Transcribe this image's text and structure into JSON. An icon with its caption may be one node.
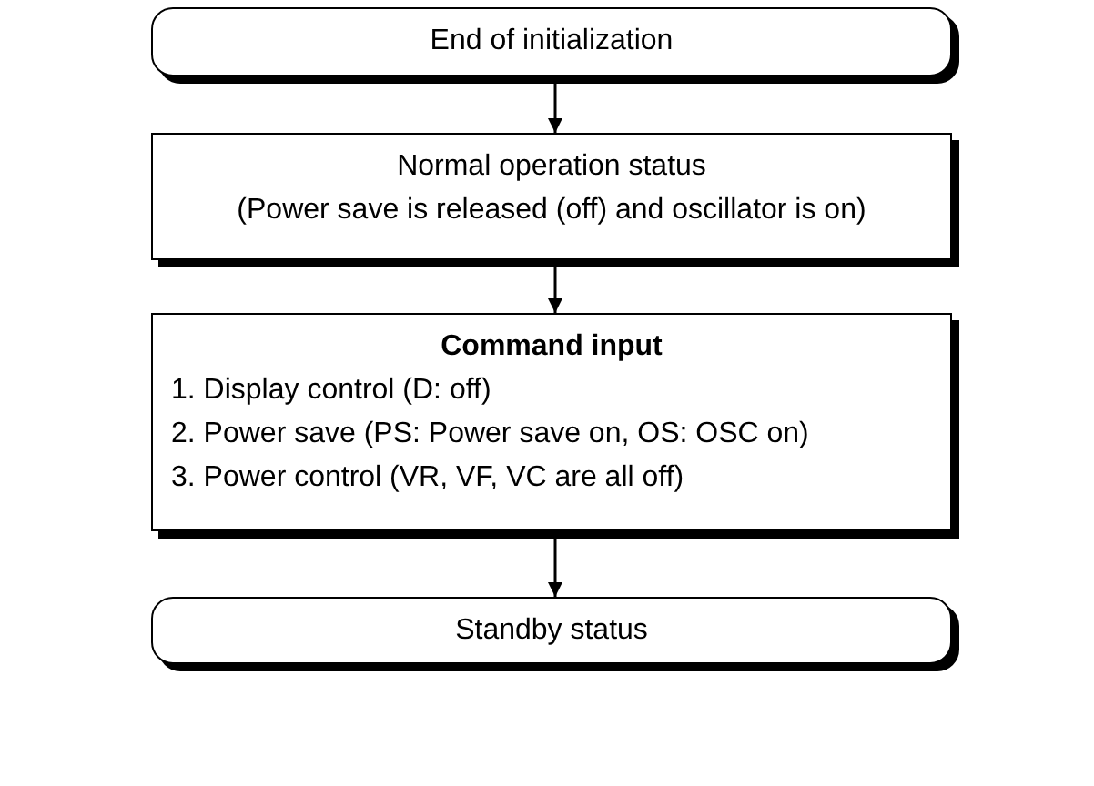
{
  "diagram": {
    "nodes": [
      {
        "text": [
          "End of initialization"
        ]
      },
      {
        "text": [
          "Normal operation status",
          "(Power save is released (off) and oscillator is on)"
        ]
      },
      {
        "text": [
          "Command input",
          "1. Display control (D: off)",
          "2. Power save (PS: Power save on, OS: OSC on)",
          "3. Power control (VR, VF, VC are all off)"
        ]
      },
      {
        "text": [
          "Standby status"
        ]
      }
    ],
    "edges": [
      {
        "from": 0,
        "to": 1,
        "arrow": "to"
      },
      {
        "from": 1,
        "to": 2,
        "arrow": "to"
      },
      {
        "from": 2,
        "to": 3,
        "arrow": "to"
      }
    ]
  }
}
